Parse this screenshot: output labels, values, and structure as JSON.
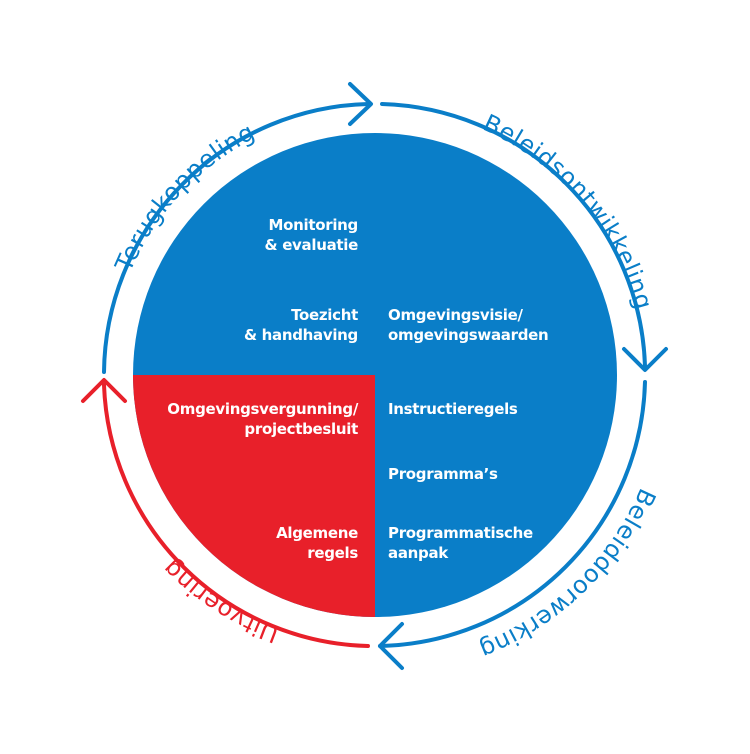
{
  "colors": {
    "blue": "#0A7EC8",
    "red": "#E8202A",
    "text_on_fill": "#FFFFFF",
    "background": "#FFFFFF"
  },
  "cycle": {
    "stages": [
      {
        "id": "beleidsontwikkeling",
        "label": "Beleidsontwikkeling",
        "color": "blue",
        "position": "top-right"
      },
      {
        "id": "beleidsdoorwerking",
        "label": "Beleiddoorwerking",
        "color": "blue",
        "position": "bottom-right"
      },
      {
        "id": "uitvoering",
        "label": "Uitvoering",
        "color": "red",
        "position": "bottom-left"
      },
      {
        "id": "terugkoppeling",
        "label": "Terugkoppeling",
        "color": "blue",
        "position": "top-left"
      }
    ],
    "direction": "clockwise"
  },
  "disc": {
    "left_column": [
      {
        "lines": [
          "Monitoring",
          "& evaluatie"
        ],
        "quadrant": "top-left",
        "fill": "blue"
      },
      {
        "lines": [
          "Toezicht",
          "& handhaving"
        ],
        "quadrant": "top-left",
        "fill": "blue"
      },
      {
        "lines": [
          "Omgevingsvergunning/",
          "projectbesluit"
        ],
        "quadrant": "bottom-left",
        "fill": "red"
      },
      {
        "lines": [
          "Algemene",
          "regels"
        ],
        "quadrant": "bottom-left",
        "fill": "red"
      }
    ],
    "right_column": [
      {
        "lines": [
          "Omgevingsvisie/",
          "omgevingswaarden"
        ],
        "quadrant": "top-right",
        "fill": "blue"
      },
      {
        "lines": [
          "Instructieregels"
        ],
        "quadrant": "bottom-right",
        "fill": "blue"
      },
      {
        "lines": [
          "Programma’s"
        ],
        "quadrant": "bottom-right",
        "fill": "blue"
      },
      {
        "lines": [
          "Programmatische",
          "aanpak"
        ],
        "quadrant": "bottom-right",
        "fill": "blue"
      }
    ]
  }
}
